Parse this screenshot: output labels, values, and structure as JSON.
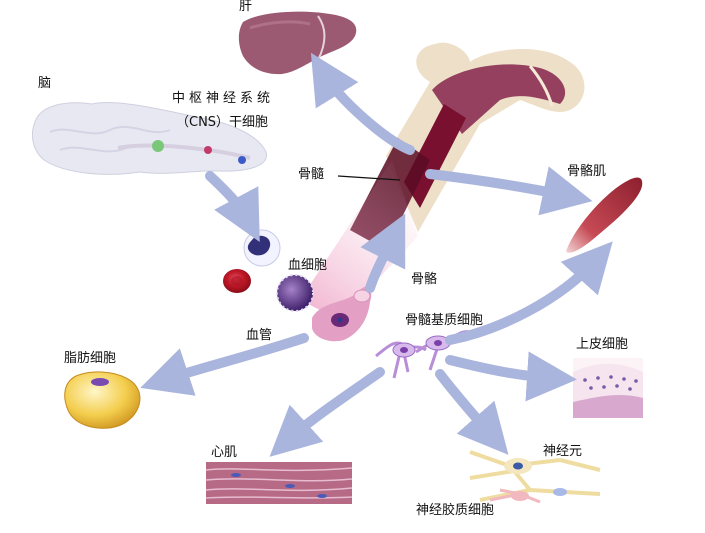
{
  "labels": {
    "liver": "肝",
    "brain": "脑",
    "cns_line1": "中枢神经系统",
    "cns_line2": "（CNS）干细胞",
    "bone_marrow": "骨髓",
    "skeletal_muscle": "骨骼肌",
    "blood_cells": "血细胞",
    "bone": "骨骼",
    "blood_vessel": "血管",
    "marrow_stromal_cells": "骨髓基质细胞",
    "fat_cell": "脂肪细胞",
    "epithelial_cell": "上皮细胞",
    "cardiac_muscle": "心肌",
    "neuron": "神经元",
    "glial_cell": "神经胶质细胞"
  },
  "colors": {
    "arrow": "#a9b5dc",
    "liver": "#9c5a72",
    "bone_outer": "#eee0c8",
    "marrow": "#7a1030",
    "muscle": "#c64a55",
    "fat": "#f1c640",
    "cardiac": "#b76a86",
    "epithelium": "#d9a8cf"
  }
}
